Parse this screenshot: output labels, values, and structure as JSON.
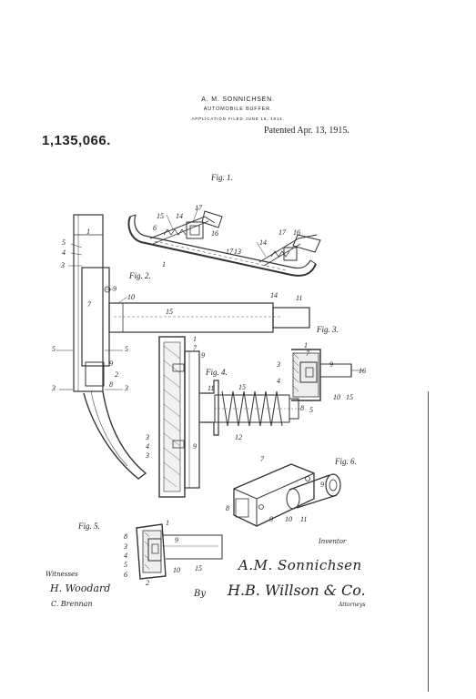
{
  "header": {
    "inventor_name": "A. M. SONNICHSEN.",
    "title": "AUTOMOBILE BUFFER.",
    "application": "APPLICATION FILED JUNE 15, 1914."
  },
  "patent_number": "1,135,066.",
  "patent_date": "Patented Apr. 13, 1915.",
  "figure_labels": [
    "Fig. 1.",
    "Fig. 2.",
    "Fig. 3.",
    "Fig. 4.",
    "Fig. 5.",
    "Fig. 6."
  ],
  "reference_numerals": {
    "fig1": [
      "15",
      "14",
      "17",
      "6",
      "16",
      "1",
      "17",
      "13",
      "14",
      "17",
      "16"
    ],
    "fig2": [
      "1",
      "5",
      "4",
      "3",
      "9",
      "10",
      "7",
      "15",
      "14",
      "11",
      "5",
      "5",
      "9",
      "2",
      "3",
      "8",
      "3"
    ],
    "fig3": [
      "1",
      "7",
      "3",
      "9",
      "4",
      "16",
      "10",
      "15",
      "8",
      "5"
    ],
    "fig4": [
      "1",
      "7",
      "9",
      "11",
      "15",
      "3",
      "4",
      "3",
      "9",
      "12"
    ],
    "fig5": [
      "1",
      "8",
      "9",
      "3",
      "4",
      "5",
      "6",
      "10",
      "15",
      "2"
    ],
    "fig6": [
      "7",
      "8",
      "9",
      "9",
      "10",
      "11"
    ]
  },
  "signatures": {
    "inventor_label": "Inventor",
    "inventor": "A.M. Sonnichsen",
    "witnesses_label": "Witnesses",
    "witness_1": "H. Woodard",
    "witness_2": "C. Brennan",
    "by_label": "By",
    "attorneys": "H.B. Willson & Co.",
    "attorneys_label": "Attorneys"
  }
}
